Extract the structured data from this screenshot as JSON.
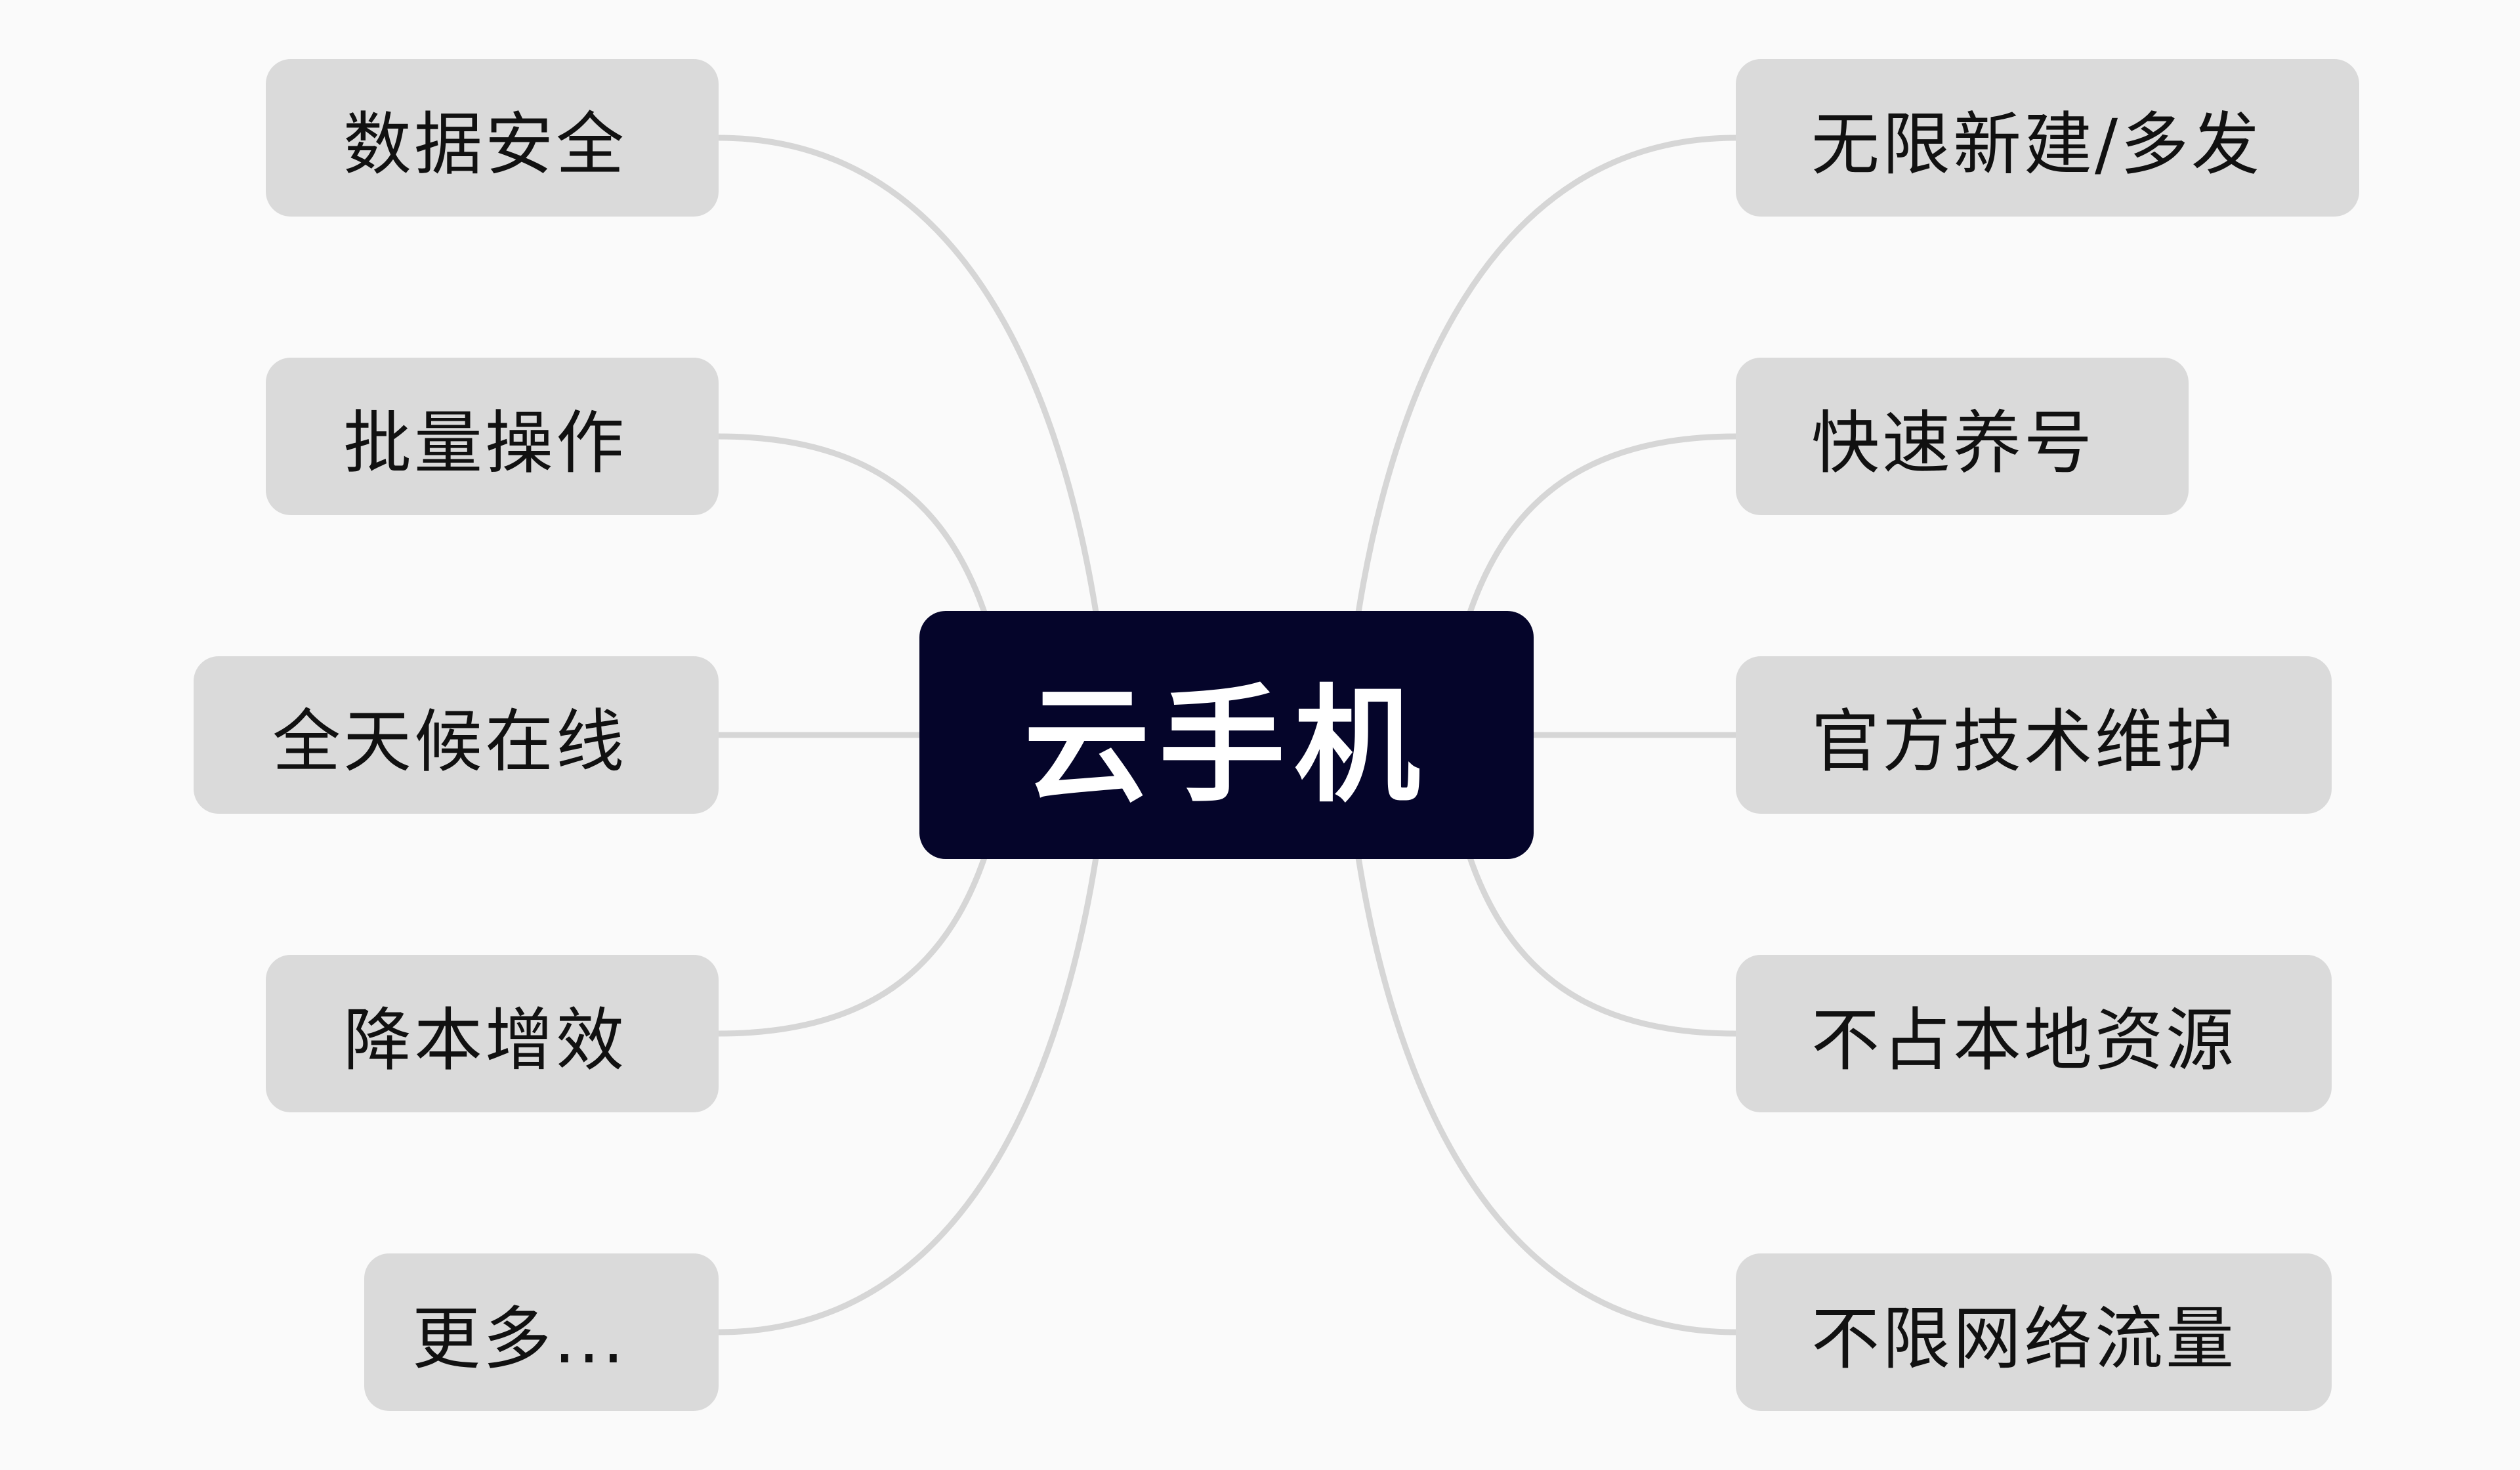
{
  "center": {
    "label": "云手机"
  },
  "left_branches": [
    {
      "label": "数据安全"
    },
    {
      "label": "批量操作"
    },
    {
      "label": "全天候在线"
    },
    {
      "label": "降本增效"
    },
    {
      "label": "更多..."
    }
  ],
  "right_branches": [
    {
      "label": "无限新建/多发"
    },
    {
      "label": "快速养号"
    },
    {
      "label": "官方技术维护"
    },
    {
      "label": "不占本地资源"
    },
    {
      "label": "不限网络流量"
    }
  ],
  "colors": {
    "background": "#fafafa",
    "center_fill": "#05052a",
    "center_text": "#ffffff",
    "branch_fill": "#dadada",
    "branch_text": "#111111",
    "connector": "#d6d6d6"
  }
}
